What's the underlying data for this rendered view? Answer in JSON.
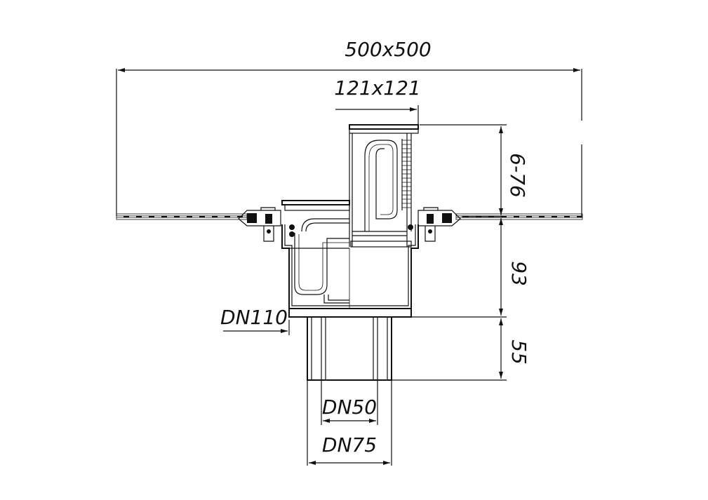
{
  "dimensions": {
    "overall_width": "500x500",
    "grate_size": "121x121",
    "adjust_range": "6-76",
    "body_height": "93",
    "outlet_height": "55",
    "dn110": "DN110",
    "dn50": "DN50",
    "dn75": "DN75"
  },
  "colors": {
    "line": "#111111",
    "background": "#ffffff"
  }
}
